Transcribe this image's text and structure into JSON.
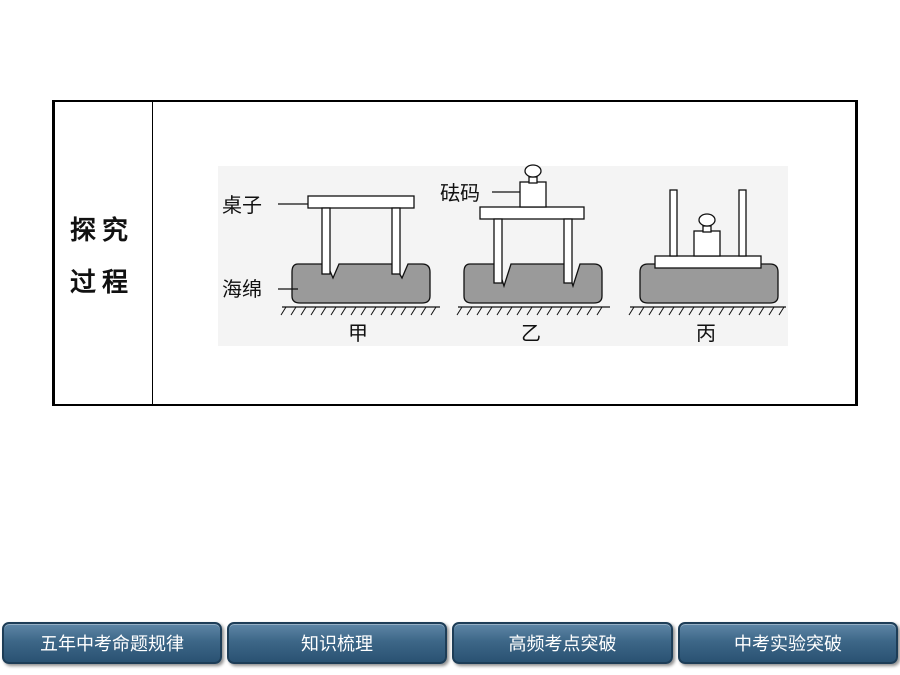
{
  "table": {
    "row_label_line1": "探究",
    "row_label_line2": "过程"
  },
  "figure": {
    "labels": {
      "table": "桌子",
      "weight": "砝码",
      "sponge": "海绵",
      "panel_a": "甲",
      "panel_b": "乙",
      "panel_c": "丙"
    },
    "colors": {
      "sponge_fill": "#9a9a9a",
      "panel_bg": "#f4f4f4",
      "line": "#111111"
    }
  },
  "nav": {
    "items": [
      {
        "label": "五年中考命题规律"
      },
      {
        "label": "知识梳理"
      },
      {
        "label": "高频考点突破"
      },
      {
        "label": "中考实验突破"
      }
    ],
    "colors": {
      "button_top": "#5e86a6",
      "button_bottom": "#2a5272",
      "border": "#1d3d57",
      "text": "#ffffff"
    }
  }
}
